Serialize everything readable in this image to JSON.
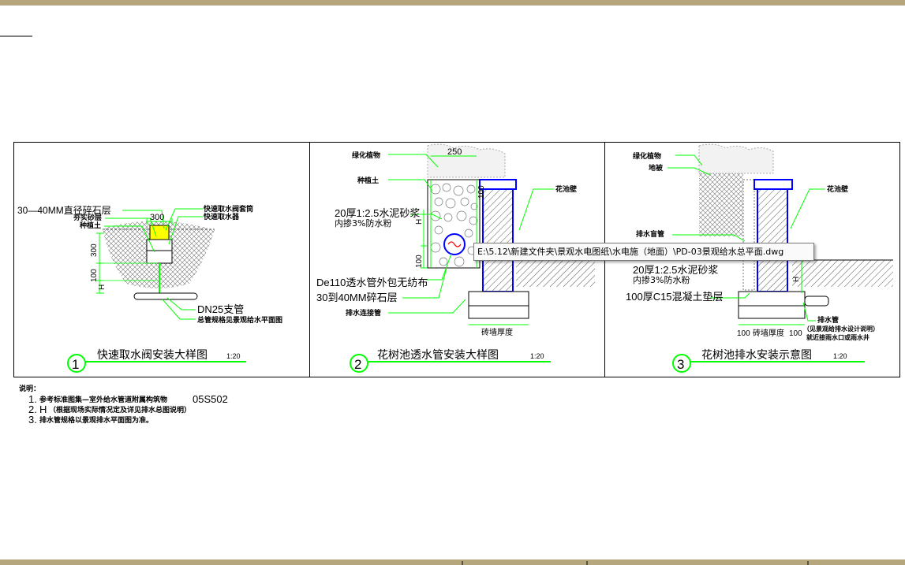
{
  "colors": {
    "frame": "#b5a67e",
    "green": "#00ff00",
    "blue": "#0000ff",
    "black": "#000000"
  },
  "panels": [
    {
      "number": "1",
      "title": "快速取水阀安装大样图",
      "scale": "1:20",
      "labels": {
        "gravel": "30—40MM直径碎石层",
        "pipe_sleeve": "快速取水阀套筒",
        "valve": "快速取水器",
        "sand": "夯实砂层",
        "soil": "种植土",
        "dim_300_top": "300",
        "dim_300": "300",
        "dim_100": "100",
        "dim_h": "H",
        "dn25": "DN25支管",
        "main_pipe_note": "总管规格见景观给水平面图"
      }
    },
    {
      "number": "2",
      "title": "花树池透水管安装大样图",
      "scale": "1:20",
      "labels": {
        "plants": "绿化植物",
        "soil": "种植土",
        "mortar_line1": "20厚1:2.5水泥砂浆",
        "mortar_line2": "内掺3%防水粉",
        "de110": "De110透水管外包无纺布",
        "gravel": "30到40MM碎石层",
        "drain": "排水连接管",
        "wall": "花池壁",
        "dim_250": "250",
        "dim_100": "100",
        "dim_100b": "100",
        "dim_h": "H",
        "brick_thickness": "砖墙厚度"
      }
    },
    {
      "number": "3",
      "title": "花树池排水安装示意图",
      "scale": "1:20",
      "labels": {
        "plants": "绿化植物",
        "cover": "地被",
        "wall": "花池壁",
        "blind_drain": "排水盲管",
        "mortar_line1": "20厚1:2.5水泥砂浆",
        "mortar_line2": "内掺3%防水粉",
        "c15": "100厚C15混凝土垫层",
        "drain_pipe": "排水管",
        "note1": "（见景观给排水设计说明）",
        "note2": "就近接雨水口或雨水井",
        "dim_100a": "100",
        "dim_100b": "100",
        "brick_thickness": "砖墙厚度",
        "dim_h": "H"
      }
    }
  ],
  "notes": {
    "heading": "说明：",
    "line1_prefix": "1.",
    "line1_text": "参考标准图集—室外给水管道附属构筑物",
    "line1_code": "05S502",
    "line2_prefix": "2.",
    "line2_mark": "H",
    "line2_text": "（根据现场实际情况定及详见排水总图说明）",
    "line3_prefix": "3.",
    "line3_text": "排水管规格以景观排水平面图为准。"
  },
  "tooltip": "E:\\5.12\\新建文件夹\\景观水电图纸\\水电施（地面）\\PD-03景观给水总平面.dwg"
}
